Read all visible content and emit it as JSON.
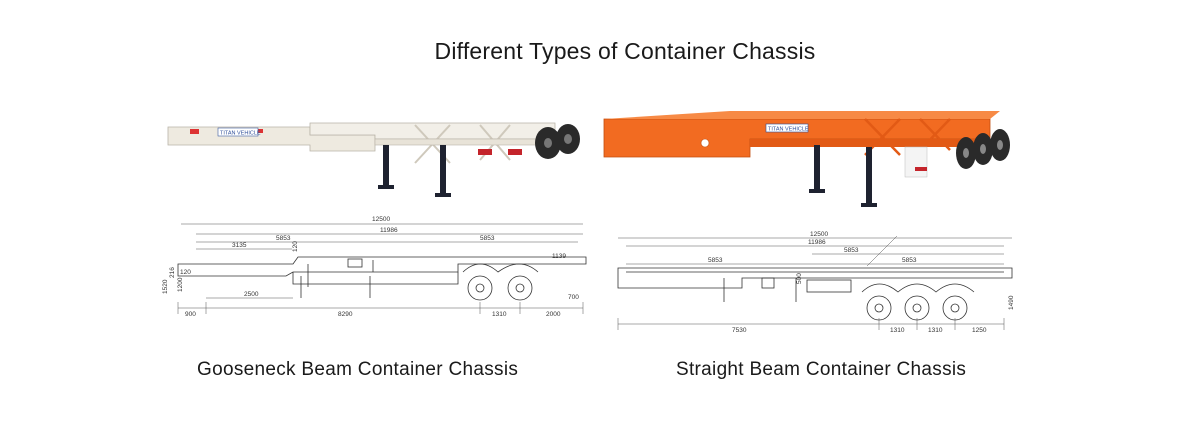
{
  "title": "Different Types of Container Chassis",
  "colors": {
    "white_chassis": "#eeeae0",
    "orange_chassis": "#f26b21",
    "leg": "#1e2230",
    "tire": "#2a2a2a",
    "drawing_line": "#333333"
  },
  "left": {
    "caption": "Gooseneck Beam Container Chassis",
    "photo_logo": "TITAN VEHICLE",
    "drawing_dimensions": {
      "overall": "12500",
      "span_11986": "11986",
      "left_5853": "5853",
      "right_5853": "5853",
      "d_3135": "3135",
      "d_120_top": "120",
      "d_1139": "1139",
      "d_120_left": "120",
      "d_216": "216",
      "d_1520": "1520",
      "d_1200": "1200",
      "d_2500": "2500",
      "d_700": "700",
      "d_900": "900",
      "d_8290": "8290",
      "d_1310": "1310",
      "d_2000": "2000"
    }
  },
  "right": {
    "caption": "Straight Beam Container Chassis",
    "photo_logo": "TITAN VEHICLE",
    "drawing_dimensions": {
      "overall": "12500",
      "span_11986": "11986",
      "top_5853": "5853",
      "left_5853": "5853",
      "right_5853": "5853",
      "d_500": "500",
      "d_1490": "1490",
      "d_7530": "7530",
      "d_1310_a": "1310",
      "d_1310_b": "1310",
      "d_1250": "1250"
    }
  }
}
